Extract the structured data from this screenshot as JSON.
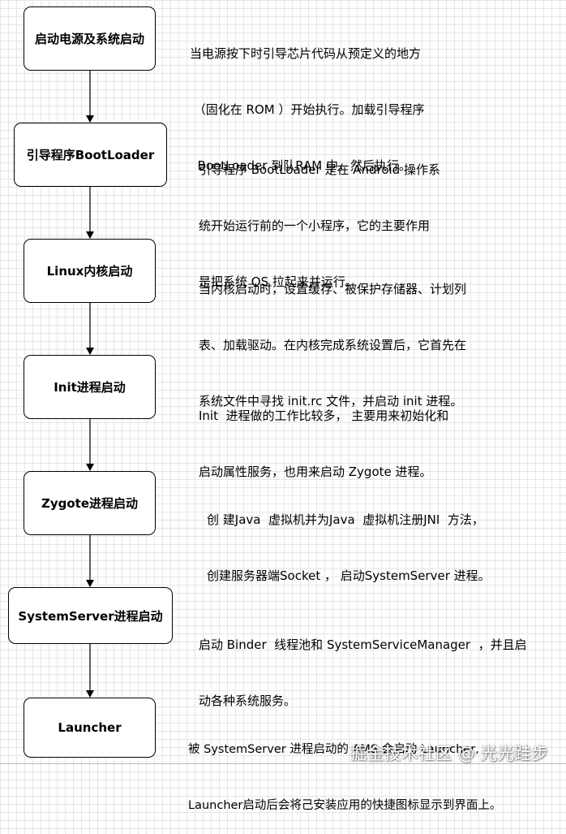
{
  "steps": [
    {
      "label": "启动电源及系统启动",
      "desc": [
        "当电源按下时引导芯片代码从预定义的地方",
        " （固化在 ROM ）开始执行。加载引导程序",
        "  BootLoader 到队RAM 中，然后执行。"
      ]
    },
    {
      "label": "引导程序BootLoader",
      "desc": [
        "引导程序 BootLoader 是在 Android 操作系",
        "统开始运行前的一个小程序，它的主要作用",
        "是把系统 OS 拉起来并运行。"
      ]
    },
    {
      "label": "Linux内核启动",
      "desc": [
        "当内核启动时，设置缓存、被保护存储器、计划列",
        "表、加载驱动。在内核完成系统设置后，它首先在",
        "系统文件中寻找 init.rc 文件，并启动 init 进程。"
      ]
    },
    {
      "label": "Init进程启动",
      "desc": [
        "Init  进程做的工作比较多， 主要用来初始化和",
        "启动属性服务，也用来启动 Zygote 进程。"
      ]
    },
    {
      "label": "Zygote进程启动",
      "desc": [
        "创 建Java  虚拟机并为Java  虚拟机注册JNI  方法，",
        "创建服务器端Socket ， 启动SystemServer 进程。"
      ]
    },
    {
      "label": "SystemServer进程启动",
      "desc": [
        "启动 Binder  线程池和 SystemServiceManager  ，并且启",
        "动各种系统服务。"
      ]
    },
    {
      "label": "Launcher",
      "desc": [
        "被 SystemServer 进程启动的 AMS 会启动 Launcher,",
        "Launcher启动后会将己安装应用的快捷图标显示到界面上。"
      ]
    }
  ],
  "watermark": "掘金技术社区 @ 光光跬步"
}
